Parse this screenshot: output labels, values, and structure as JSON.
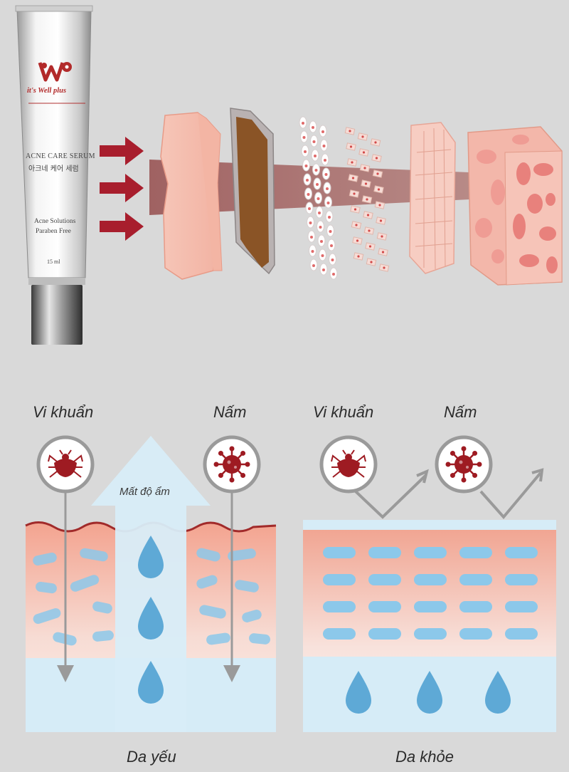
{
  "product": {
    "brand": "it's Well plus",
    "name_en": "ACNE CARE SERUM",
    "name_kr": "아크네 케어 세럼",
    "claim1": "Acne Solutions",
    "claim2": "Paraben Free",
    "volume": "15 ml",
    "logo_text": "W"
  },
  "weak_skin": {
    "label_bacteria": "Vi khuẩn",
    "label_fungus": "Nấm",
    "label_moisture_loss": "Mất độ ẩm",
    "caption": "Da yếu"
  },
  "healthy_skin": {
    "label_bacteria": "Vi khuẩn",
    "label_fungus": "Nấm",
    "caption": "Da khỏe"
  },
  "colors": {
    "arrow_red": "#a81e2d",
    "microbe_red": "#9e1b22",
    "skin_pink": "#f0a08c",
    "water_blue": "#5ea9d6",
    "background": "#d9d9d9"
  }
}
